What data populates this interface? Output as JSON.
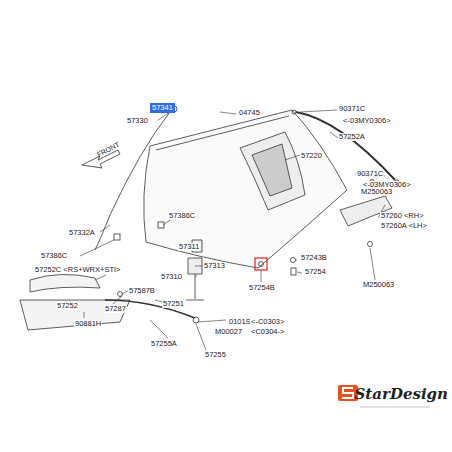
{
  "diagram": {
    "nodes": [
      {
        "text": [
          "57341"
        ]
      }
    ],
    "labels": [
      "04745",
      "57330",
      "90371C",
      "<-03MY0306>",
      "FRONT",
      "57252A",
      "57220",
      "90371C",
      "<-03MY0306>",
      "M250063",
      "57332A",
      "57386C",
      "57260 <RH>",
      "57260A <LH>",
      "57386C",
      "57252C <RS+WRX+STI>",
      "57311",
      "M250063",
      "57313",
      "57310",
      "57587B",
      "57287",
      "57243B",
      "57254",
      "57254B",
      "57252",
      "57251",
      "90881H",
      "0101S",
      "<-C0303>",
      "M00027",
      "<C0304->",
      "57255A",
      "57255",
      "StarDesign"
    ]
  }
}
